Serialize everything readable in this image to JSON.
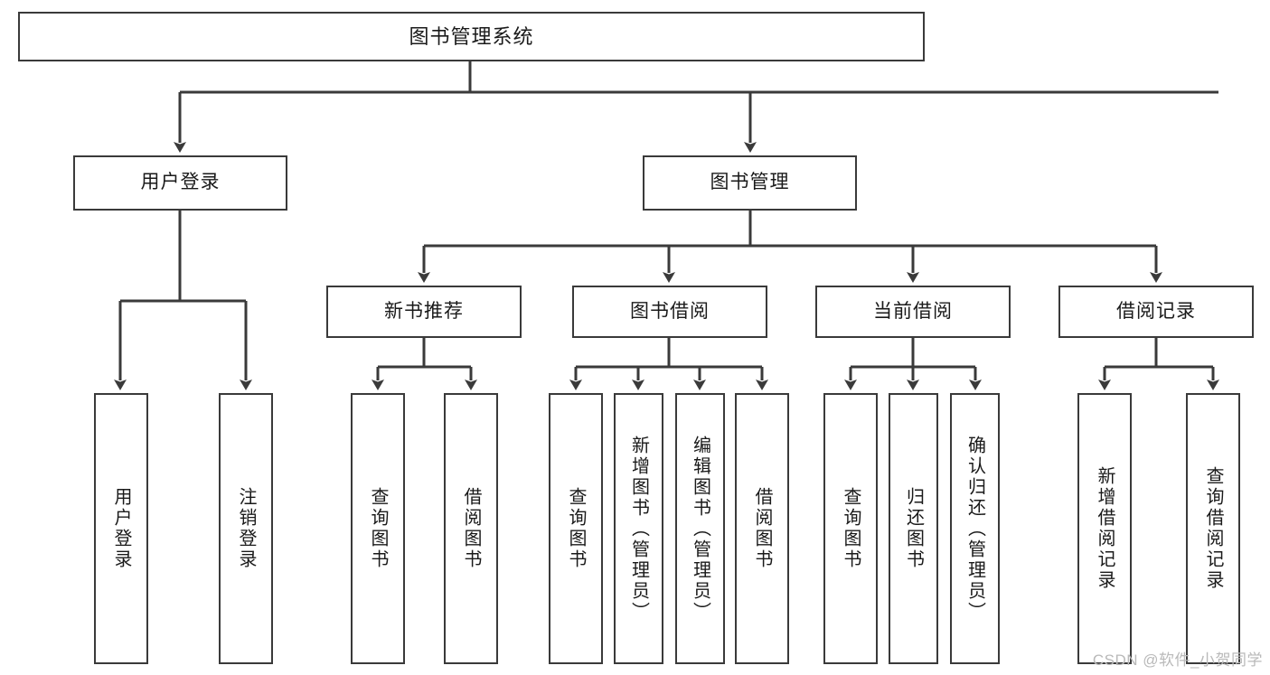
{
  "diagram": {
    "title": "图书管理系统",
    "watermark": "CSDN @软件_小贺同学",
    "colors": {
      "stroke": "#3a3a3a",
      "background": "#ffffff",
      "text": "#1a1a1a",
      "watermark": "#b9b9b9"
    },
    "levels": {
      "root": {
        "label": "图书管理系统"
      },
      "level2": [
        {
          "label": "用户登录"
        },
        {
          "label": "图书管理"
        }
      ],
      "level3": [
        {
          "label": "新书推荐"
        },
        {
          "label": "图书借阅"
        },
        {
          "label": "当前借阅"
        },
        {
          "label": "借阅记录"
        }
      ],
      "leaves": {
        "user_login": [
          {
            "label": "用户登录"
          },
          {
            "label": "注销登录"
          }
        ],
        "new_book_recommend": [
          {
            "label": "查询图书"
          },
          {
            "label": "借阅图书"
          }
        ],
        "book_borrow": [
          {
            "label": "查询图书"
          },
          {
            "label": "新增图书（管理员）"
          },
          {
            "label": "编辑图书（管理员）"
          },
          {
            "label": "借阅图书"
          }
        ],
        "current_borrow": [
          {
            "label": "查询图书"
          },
          {
            "label": "归还图书"
          },
          {
            "label": "确认归还（管理员）"
          }
        ],
        "borrow_record": [
          {
            "label": "新增借阅记录"
          },
          {
            "label": "查询借阅记录"
          }
        ]
      }
    }
  }
}
